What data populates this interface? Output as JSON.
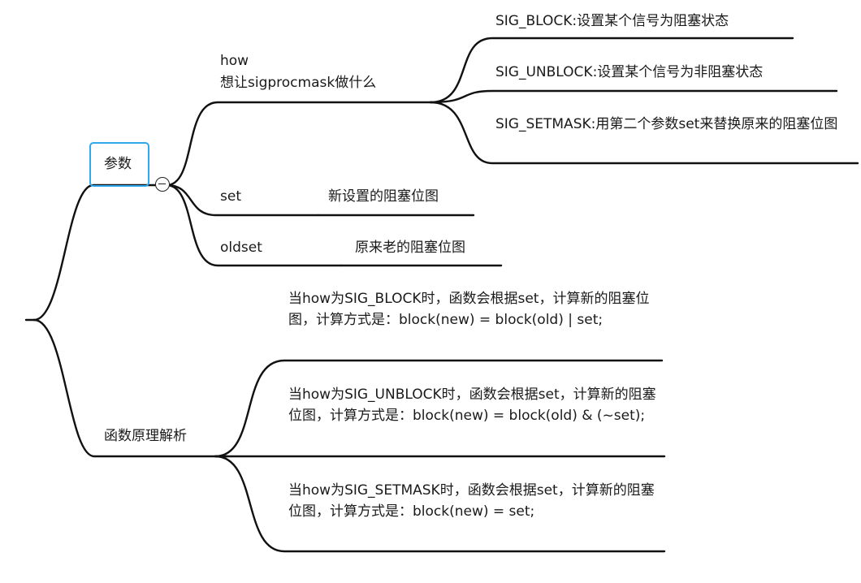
{
  "colors": {
    "line": "#111111",
    "selection": "#2fa8f0"
  },
  "params": {
    "label": "参数",
    "how": {
      "name": "how",
      "desc": "想让sigprocmask做什么",
      "children": [
        "SIG_BLOCK:设置某个信号为阻塞状态",
        "SIG_UNBLOCK:设置某个信号为非阻塞状态",
        "SIG_SETMASK:用第二个参数set来替换原来的阻塞位图"
      ]
    },
    "set": {
      "name": "set",
      "desc": "新设置的阻塞位图"
    },
    "oldset": {
      "name": "oldset",
      "desc": "原来老的阻塞位图"
    }
  },
  "principle": {
    "label": "函数原理解析",
    "items": [
      "当how为SIG_BLOCK时，函数会根据set，计算新的阻塞位图，计算方式是：block(new) = block(old) | set;",
      "当how为SIG_UNBLOCK时，函数会根据set，计算新的阻塞位图，计算方式是：block(new) = block(old) & (~set);",
      "当how为SIG_SETMASK时，函数会根据set，计算新的阻塞位图，计算方式是：block(new) = set;"
    ]
  }
}
